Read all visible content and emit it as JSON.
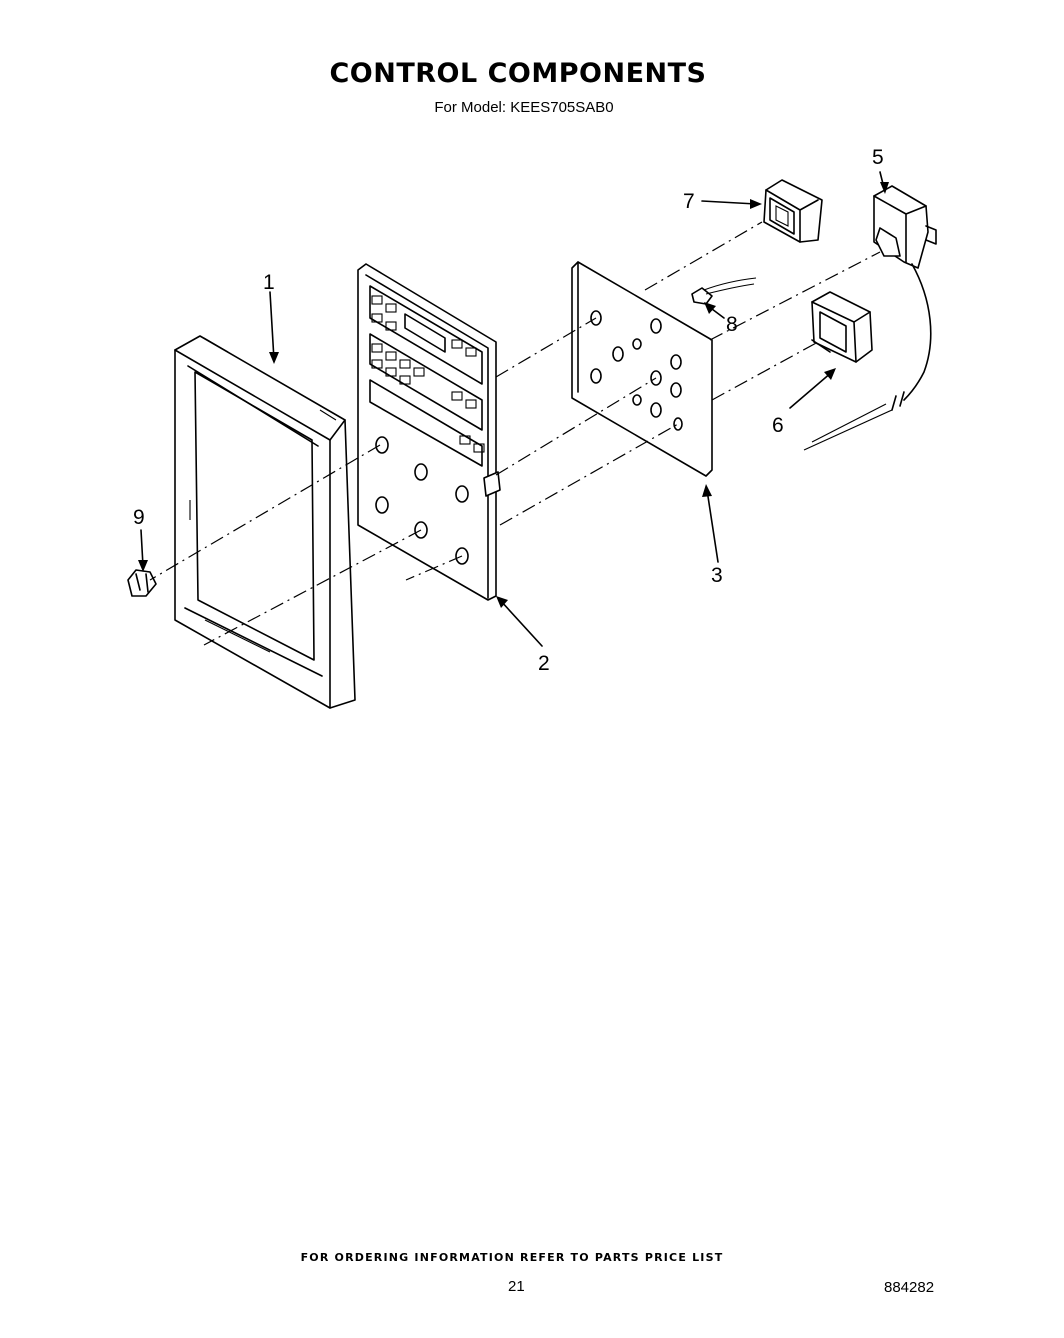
{
  "header": {
    "title": "CONTROL COMPONENTS",
    "subtitle": "For Model: KEES705SAB0"
  },
  "callouts": {
    "c1": "1",
    "c2": "2",
    "c3": "3",
    "c5": "5",
    "c6": "6",
    "c7": "7",
    "c8": "8",
    "c9": "9"
  },
  "footer": {
    "note": "FOR ORDERING INFORMATION REFER TO PARTS PRICE LIST",
    "page": "21",
    "doc_number": "884282"
  }
}
